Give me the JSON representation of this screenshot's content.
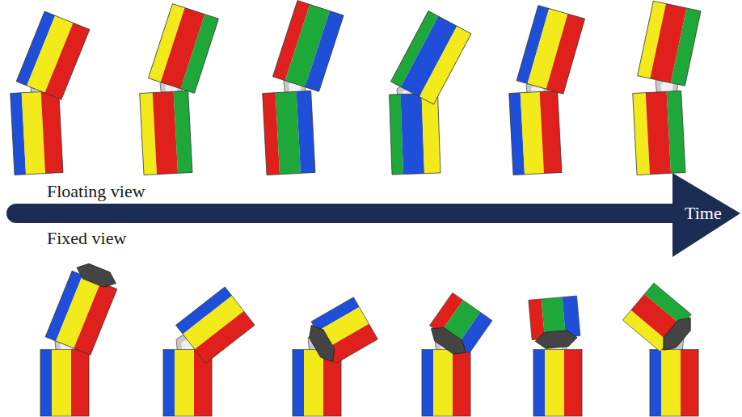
{
  "diagram": {
    "labels": [
      "Floating view",
      "Fixed view",
      "Time"
    ]
  }
}
